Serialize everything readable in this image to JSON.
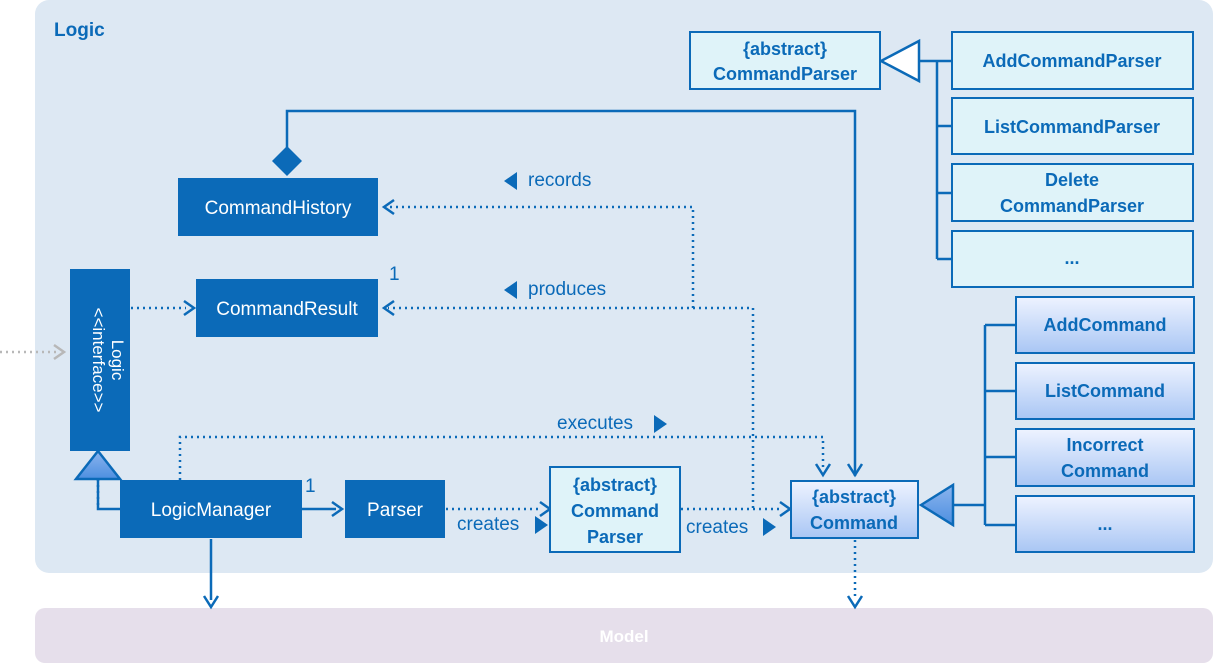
{
  "packages": {
    "logic": "Logic",
    "model": "Model"
  },
  "classes": {
    "command_history": "CommandHistory",
    "command_result": "CommandResult",
    "logic_interface": "<<interface>>",
    "logic_interface_name": "Logic",
    "logic_manager": "LogicManager",
    "parser": "Parser",
    "command_parser_center": [
      "{abstract}",
      "Command",
      "Parser"
    ],
    "command_center": [
      "{abstract}",
      "Command"
    ],
    "command_parser_top": [
      "{abstract}",
      "CommandParser"
    ],
    "add_command_parser": "AddCommandParser",
    "list_command_parser": "ListCommandParser",
    "delete_command_parser": [
      "Delete",
      "CommandParser"
    ],
    "parser_more": "...",
    "add_command": "AddCommand",
    "list_command": "ListCommand",
    "incorrect_command": [
      "Incorrect",
      "Command"
    ],
    "command_more": "..."
  },
  "relations": {
    "records": "records",
    "produces": "produces",
    "executes": "executes",
    "creates_parser": "creates",
    "creates_command": "creates",
    "multiplicity_result": "1",
    "multiplicity_parser": "1"
  },
  "colors": {
    "package_logic": "#dde8f3",
    "package_model": "#e6dfeb",
    "model_text": "#ffffff",
    "primary": "#0b6ab8",
    "light_fill": "#dff3f9",
    "gradient_top": "#eef3ff",
    "gradient_bottom": "#a9c6f4",
    "dependency_gray": "#b8b8b8"
  }
}
